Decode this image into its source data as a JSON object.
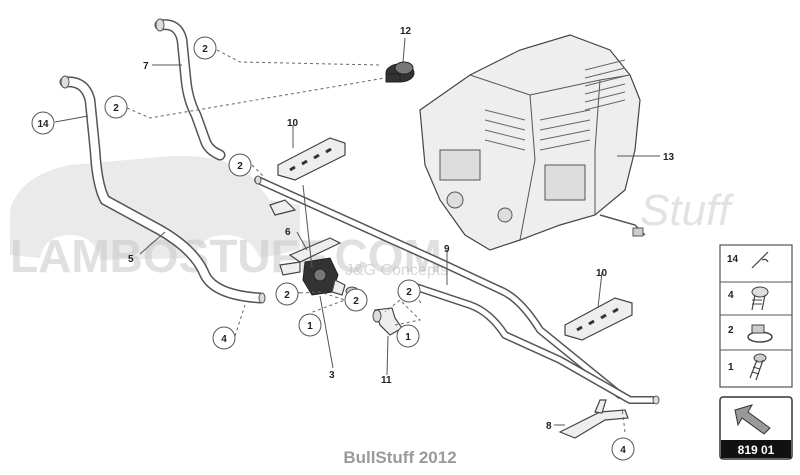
{
  "watermark": {
    "main": "LAMBOSTUFF.COM",
    "sub": "J&G Concepts",
    "script": "Stuff"
  },
  "callouts": {
    "c12": "12",
    "c7": "7",
    "c14": "14",
    "c5": "5",
    "c10a": "10",
    "c6": "6",
    "c9": "9",
    "c13": "13",
    "c3": "3",
    "c11": "11",
    "c10b": "10",
    "c8": "8"
  },
  "circles": {
    "r2a": "2",
    "r2b": "2",
    "r2c": "2",
    "r2d": "2",
    "r2e": "2",
    "r2f": "2",
    "r4a": "4",
    "r4b": "4",
    "r1a": "1",
    "r1b": "1"
  },
  "legend": {
    "items": [
      {
        "num": "14",
        "icon": "hose-clamp-wire-icon"
      },
      {
        "num": "4",
        "icon": "screw-icon"
      },
      {
        "num": "2",
        "icon": "spring-clamp-icon"
      },
      {
        "num": "1",
        "icon": "bolt-icon"
      }
    ]
  },
  "diagram_ref": "819 01",
  "footer": "BullStuff 2012"
}
